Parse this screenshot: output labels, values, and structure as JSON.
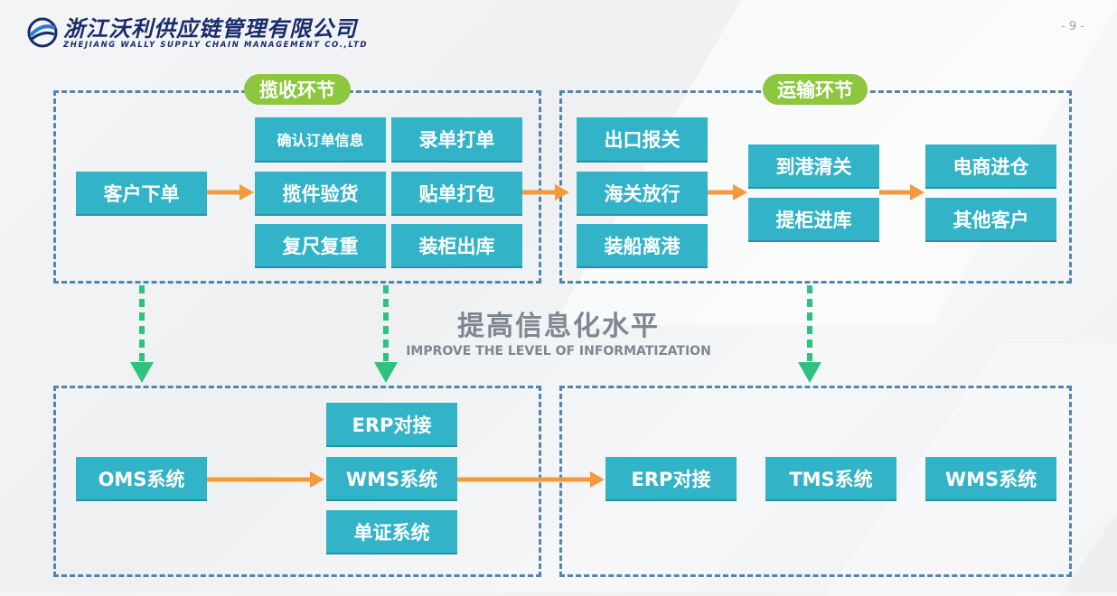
{
  "header": {
    "company_cn": "浙江沃利供应链管理有限公司",
    "company_en": "ZHEJIANG WALLY SUPPLY CHAIN MANAGEMENT CO.,LTD",
    "page_number": "- 9 -"
  },
  "sections": {
    "collect_label": "揽收环节",
    "transport_label": "运输环节"
  },
  "collect": {
    "customer_order": "客户下单",
    "confirm_order": "确认订单信息",
    "enter_print": "录单打单",
    "pickup_inspect": "揽件验货",
    "label_pack": "贴单打包",
    "measure_weigh": "复尺复重",
    "load_outbound": "装柜出库"
  },
  "transport": {
    "export_declare": "出口报关",
    "customs_release": "海关放行",
    "ship_depart": "装船离港",
    "port_clearance": "到港清关",
    "container_pickup": "提柜进库",
    "ecommerce_warehouse": "电商进仓",
    "other_customers": "其他客户"
  },
  "center": {
    "title": "提高信息化水平",
    "subtitle": "IMPROVE THE LEVEL OF INFORMATIZATION"
  },
  "systems_left": {
    "oms": "OMS系统",
    "erp": "ERP对接",
    "wms": "WMS系统",
    "document": "单证系统"
  },
  "systems_right": {
    "erp": "ERP对接",
    "tms": "TMS系统",
    "wms": "WMS系统"
  },
  "colors": {
    "node": "#33b3c8",
    "pill": "#8dc63f",
    "arrow_orange": "#f39a3c",
    "arrow_green": "#2ec27e",
    "dashed_border": "#4f86b3"
  }
}
